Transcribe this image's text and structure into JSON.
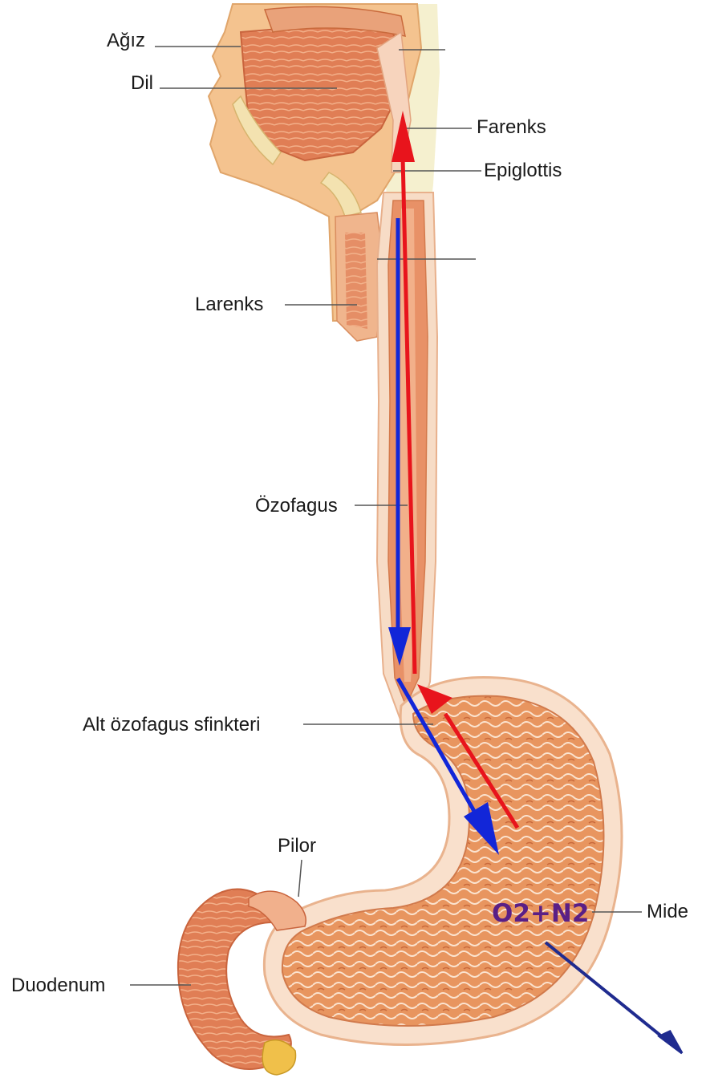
{
  "labels": {
    "mouth": "Ağız",
    "tongue": "Dil",
    "pharynx": "Farenks",
    "epiglottis": "Epiglottis",
    "larynx": "Larenks",
    "esophagus": "Özofagus",
    "les": "Alt özofagus sfinkteri",
    "pylorus": "Pilor",
    "stomach": "Mide",
    "duodenum": "Duodenum"
  },
  "annotation": {
    "gas": "O2+N2"
  },
  "colors": {
    "red_arrow": "#e8141c",
    "blue_arrow": "#1226d8",
    "navy_arrow": "#1f2b8f",
    "tissue": "#e58b5c",
    "tissue_light": "#f6c9aa",
    "outline": "#f7d9c2",
    "bone": "#f3dfa2",
    "gas_text": "#5a1f86"
  }
}
